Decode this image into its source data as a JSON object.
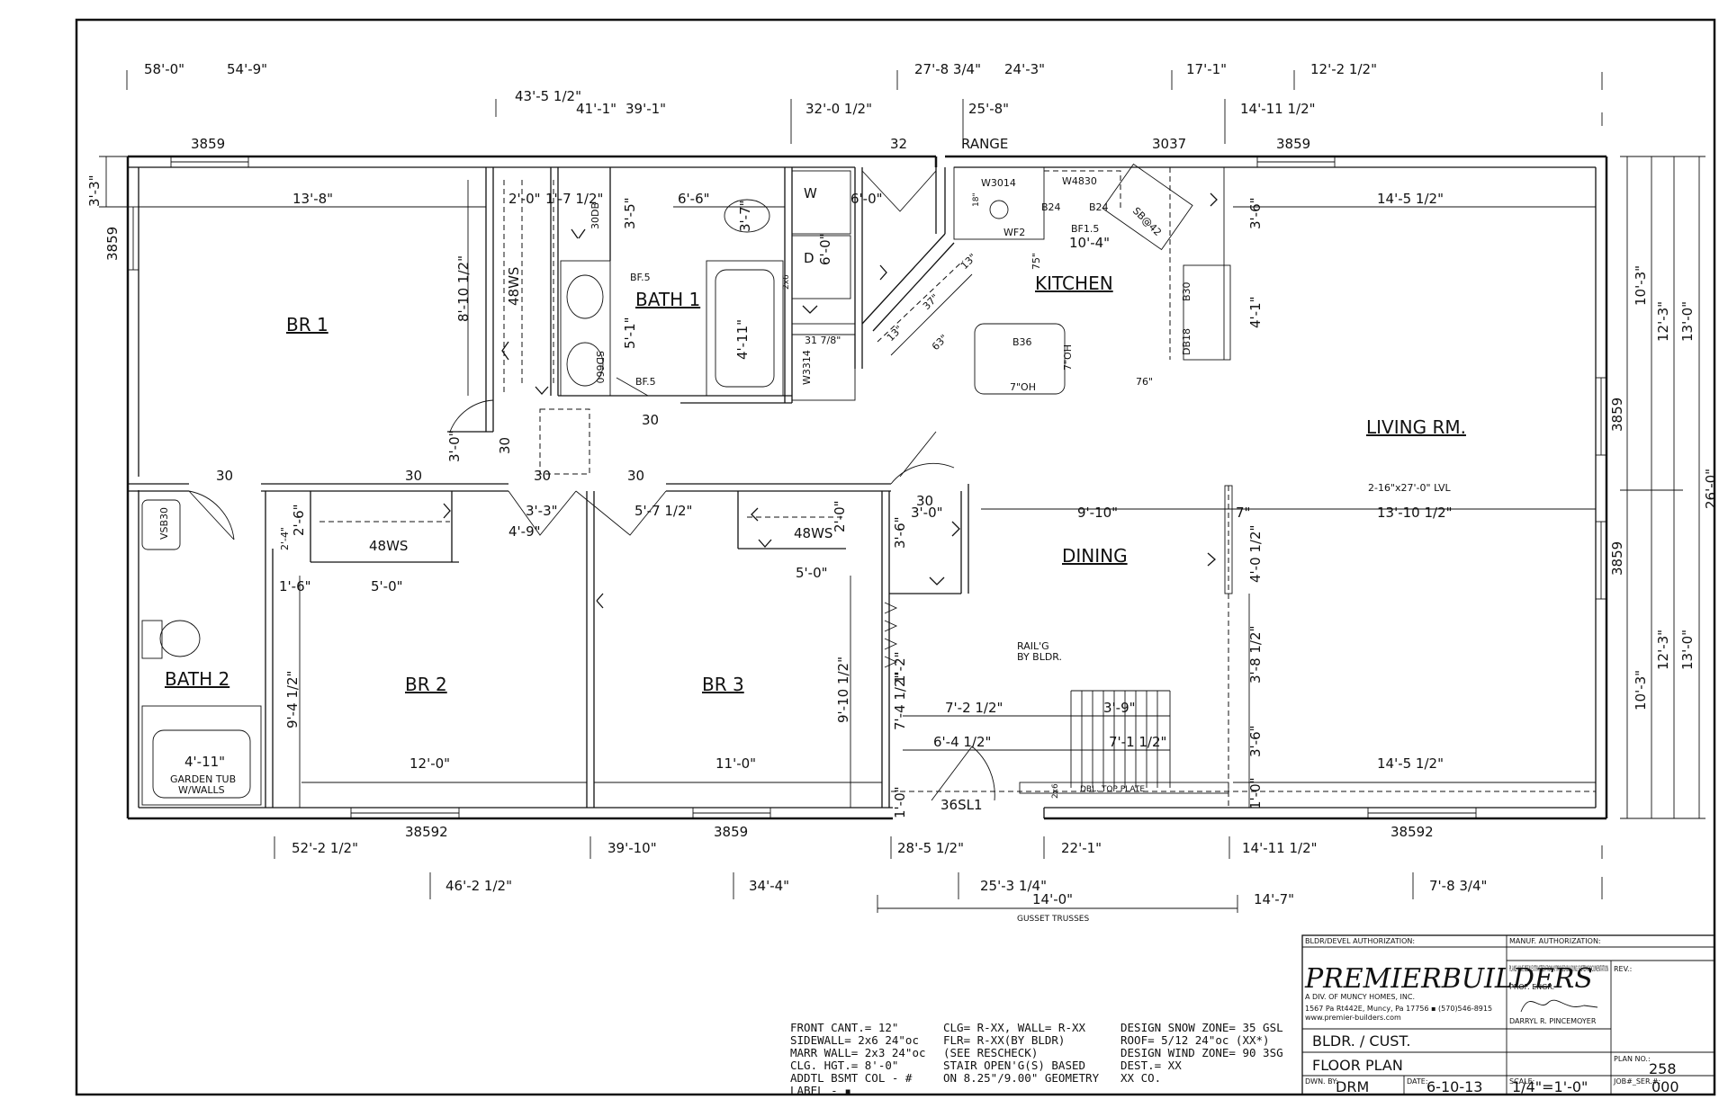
{
  "top_dims_1": [
    "58'-0\"",
    "54'-9\"",
    "27'-8 3/4\"",
    "24'-3\"",
    "17'-1\"",
    "12'-2 1/2\""
  ],
  "top_dims_2": [
    "43'-5 1/2\"",
    "41'-1\"",
    "39'-1\"",
    "32'-0 1/2\"",
    "25'-8\"",
    "14'-11 1/2\""
  ],
  "top_openings": [
    "3859",
    "32",
    "RANGE",
    "3037",
    "3859"
  ],
  "rooms": [
    "BR 1",
    "BATH 1",
    "KITCHEN",
    "LIVING RM.",
    "DINING",
    "BATH 2",
    "BR 2",
    "BR 3"
  ],
  "interior_dims": [
    "13'-8\"",
    "2'-0\"",
    "1'-7 1/2\"",
    "6'-6\"",
    "6'-0\"",
    "14'-5 1/2\"",
    "8'-10 1/2\"",
    "5'-1\"",
    "3'-5\"",
    "3'-7\"",
    "6'-0\"",
    "4'-11\"",
    "31 7/8\"",
    "3'-6\"",
    "4'-1\"",
    "10'-4\"",
    "3'-0\"",
    "3'-3\"",
    "4'-9\"",
    "5'-7 1/2\"",
    "2'-0\"",
    "3'-0\"",
    "9'-10\"",
    "7\"",
    "13'-10 1/2\"",
    "4'-0 1/2\"",
    "2'-6\"",
    "1'-6\"",
    "5'-0\"",
    "5'-0\"",
    "3'-6\"",
    "9'-4 1/2\"",
    "9'-10 1/2\"",
    "3'-8 1/2\"",
    "1'-2\"",
    "7'-4 1/2\"",
    "7'-2 1/2\"",
    "3'-9\"",
    "6'-4 1/2\"",
    "7'-1 1/2\"",
    "3'-6\"",
    "12'-0\"",
    "11'-0\"",
    "14'-5 1/2\"",
    "4'-11\"",
    "1'-0\"",
    "1'-0\"",
    "2'-4\""
  ],
  "labels": [
    "48WS",
    "30DB",
    "SD660",
    "BF.5",
    "BF.5",
    "W",
    "D",
    "2x6",
    "W3314",
    "W3014",
    "W4830",
    "18\"",
    "B24",
    "B24",
    "WF2",
    "BF1.5",
    "SB@42",
    "B30",
    "DB18",
    "B36",
    "7\"OH",
    "7\"OH",
    "76\"",
    "75\"",
    "37\"",
    "63\"",
    "13\"",
    "13\"",
    "30",
    "30",
    "30",
    "30",
    "30",
    "30",
    "48WS",
    "48WS",
    "VSB30",
    "GARDEN TUB",
    "W/WALLS",
    "RAIL'G",
    "BY BLDR.",
    "36SL1",
    "DBL. TOP PLATE",
    "2-16\"x27'-0\" LVL",
    "2x6",
    "30"
  ],
  "right_dims": [
    "3859",
    "10'-3\"",
    "12'-3\"",
    "13'-0\"",
    "26'-0\"",
    "3859",
    "10'-3\"",
    "12'-3\"",
    "13'-0\""
  ],
  "left_dims": [
    "3'-3\"",
    "3859"
  ],
  "bottom_openings": [
    "38592",
    "3859",
    "38592"
  ],
  "bottom_dims_1": [
    "52'-2 1/2\"",
    "39'-10\"",
    "28'-5 1/2\"",
    "22'-1\"",
    "14'-11 1/2\""
  ],
  "bottom_dims_2": [
    "46'-2 1/2\"",
    "34'-4\"",
    "25'-3 1/4\"",
    "14'-0\"",
    "14'-7\"",
    "7'-8 3/4\""
  ],
  "gusset": "GUSSET TRUSSES",
  "notes_col1": [
    "FRONT CANT.= 12\"",
    "SIDEWALL=   2x6 24\"oc",
    "MARR WALL=  2x3 24\"oc",
    "CLG. HGT.=   8'-0\"",
    "ADDTL BSMT COL - #",
    "LABEL - ▪"
  ],
  "notes_col2": [
    "CLG= R-XX, WALL= R-XX",
    " FLR= R-XX(BY BLDR)",
    " (SEE RESCHECK)",
    "STAIR OPEN'G(S) BASED",
    " ON 8.25\"/9.00\" GEOMETRY"
  ],
  "notes_col3": [
    "DESIGN SNOW ZONE= 35 GSL",
    "ROOF= 5/12 24\"oc (XX*)",
    "DESIGN WIND ZONE= 90 3SG",
    "DEST.= XX",
    "     XX CO."
  ],
  "title_block": {
    "bldr_auth": "BLDR/DEVEL AUTHORIZATION:",
    "manuf_auth": "MANUF. AUTHORIZATION:",
    "brand": "PREMIERBUILDERS",
    "division": "A DIV. OF MUNCY HOMES, INC.",
    "address": "1567 Pa Rt442E, Muncy, Pa 17756 ▪ (570)546-8915",
    "website": "www.premier-builders.com",
    "plans_note": "PLANS HAVE BEEN EXTRACTED FROM APPROVED BUILDING SYSTEM DOCUMENTATION",
    "engr_label": "PROF. ENGR.",
    "engr_name": "DARRYL R. PINCEMOYER",
    "rev_label": "REV.:",
    "bldr_cust": "BLDR. / CUST.",
    "floor_plan": "FLOOR PLAN",
    "plan_no_label": "PLAN NO.:",
    "plan_no": "258",
    "dwn_by_label": "DWN. BY:",
    "dwn_by": "DRM",
    "date_label": "DATE:",
    "date": "6-10-13",
    "scale_label": "SCALE:",
    "scale": "1/4\"=1'-0\"",
    "job_label": "JOB#_SER.#:",
    "job": "000"
  }
}
